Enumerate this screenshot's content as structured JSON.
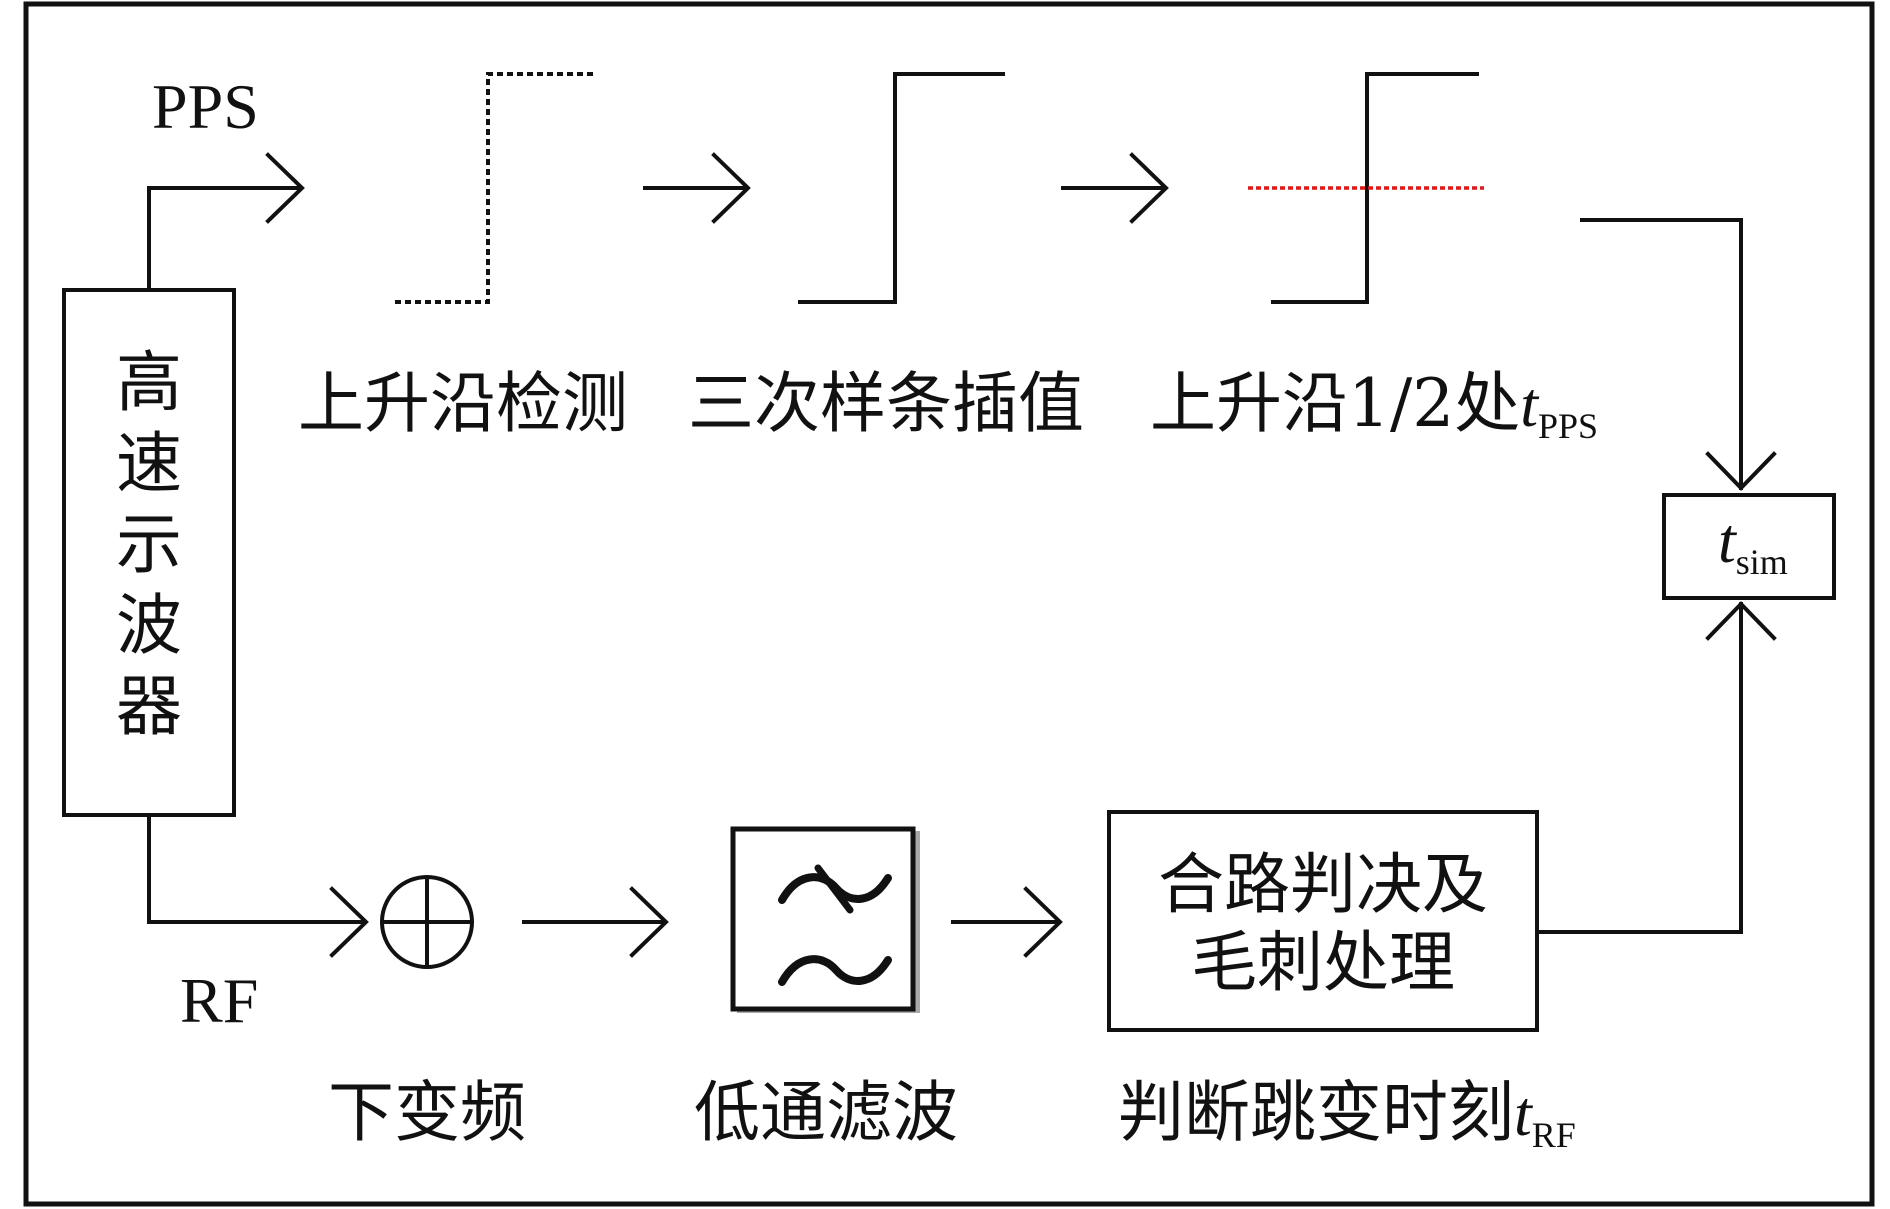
{
  "oscilloscope": {
    "label": [
      "高",
      "速",
      "示",
      "波",
      "器"
    ]
  },
  "top_path": {
    "input_label": "PPS",
    "steps": [
      {
        "label": "上升沿检测"
      },
      {
        "label": "三次样条插值"
      },
      {
        "label": "上升沿1/2处",
        "var": "t",
        "sub": "PPS"
      }
    ]
  },
  "output": {
    "var": "t",
    "sub": "sim"
  },
  "bottom_path": {
    "input_label": "RF",
    "steps": [
      {
        "label": "下变频"
      },
      {
        "label": "低通滤波"
      },
      {
        "label": "判断跳变时刻",
        "var": "t",
        "sub": "RF"
      }
    ],
    "combiner": {
      "lines": [
        "合路判决及",
        "毛刺处理"
      ]
    }
  },
  "colors": {
    "midpoint_line": "#e0191b",
    "stroke": "#111111"
  }
}
